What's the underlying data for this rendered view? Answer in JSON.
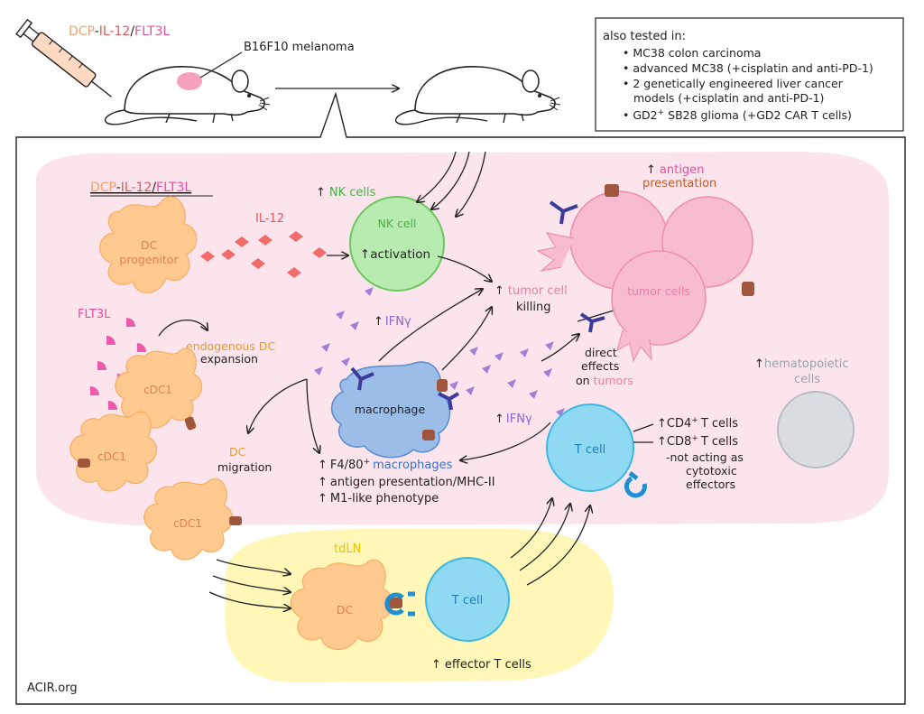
{
  "drug": {
    "part1": "DCP",
    "sep1": "-",
    "part2": "IL-12",
    "sep2": "/",
    "part3": "FLT3L"
  },
  "tumor_model": "B16F10 melanoma",
  "also_tested": {
    "heading": "also tested in:",
    "items": [
      "MC38 colon carcinoma",
      "advanced MC38 (+cisplatin and anti-PD-1)",
      "2 genetically engineered liver cancer",
      "models (+cisplatin and anti-PD-1)",
      "GD2",
      "+",
      "SB28 glioma (+GD2 CAR T cells)"
    ]
  },
  "cells": {
    "dc_progenitor_1": "DC",
    "dc_progenitor_2": "progenitor",
    "nk_cell": "NK cell",
    "macrophage": "macrophage",
    "tumor_cells": "tumor cells",
    "t_cell": "T cell",
    "t_cell_ln": "T cell",
    "dc_ln": "DC",
    "cdc1": "cDC1"
  },
  "labels": {
    "il12": "IL-12",
    "flt3l": "FLT3L",
    "nk_up": "NK cells",
    "activation": "activation",
    "ifng": "IFNγ",
    "endo_1": "endogenous DC",
    "endo_2": "expansion",
    "dc_mig_1": "DC",
    "dc_mig_2": "migration",
    "tumor_kill_1": "tumor cell",
    "tumor_kill_2": "killing",
    "antigen_1": "antigen",
    "antigen_2": "presentation",
    "direct_1": "direct",
    "direct_2": "effects",
    "direct_3a": "on ",
    "direct_3b": "tumors",
    "hema_1": "hematopoietic",
    "hema_2": "cells",
    "f480": "F4/80",
    "f480_sup": "+",
    "macrophages": "macrophages",
    "ag_mhc": "antigen presentation/MHC-II",
    "m1": "M1-like phenotype",
    "cd4": "CD4",
    "cd8": "CD8",
    "sup_plus": "+",
    "tcells_suffix": "T cells",
    "not_acting_1": "-not acting as",
    "not_acting_2": "cytotoxic",
    "not_acting_3": "effectors",
    "tdln": "tdLN",
    "effector": "effector T cells",
    "up_arrow": "↑"
  },
  "footer": "ACIR.org",
  "colors": {
    "pink_bg": "#fce4ec",
    "yellow_bg": "#fff6b8",
    "dc_orange": "#ffc98f",
    "nk_green": "#b8ebb0",
    "macrophage_blue": "#9bbde8",
    "tumor_pink": "#f7bcd0",
    "t_cell_blue": "#8fd9f2",
    "hema_gray": "#d9dce0",
    "il12_red": "#f26b6b",
    "flt3l_magenta": "#ee5aa9",
    "ifng_purple": "#a080d8",
    "receptor_navy": "#3b3b9e"
  }
}
